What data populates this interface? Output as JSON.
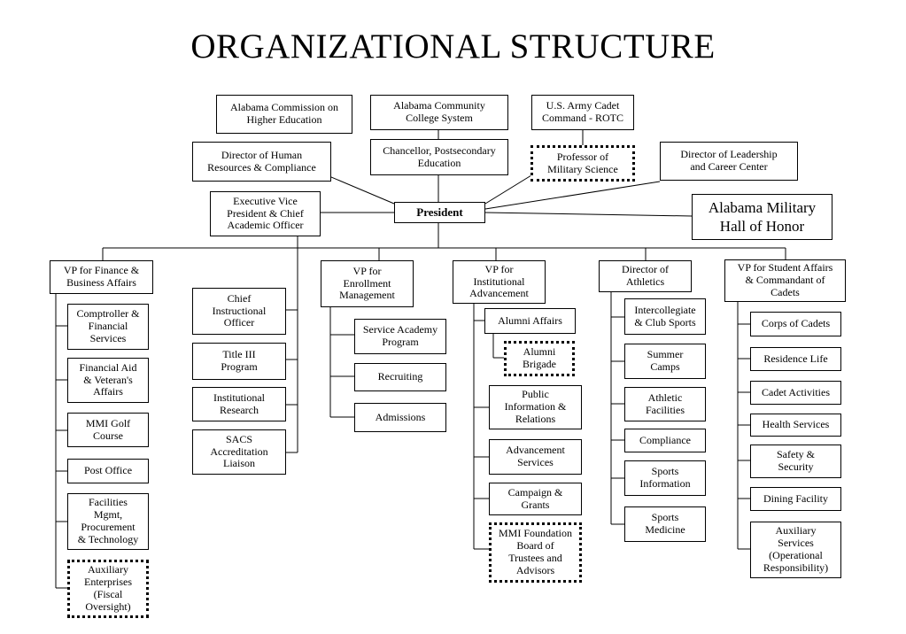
{
  "title": "ORGANIZATIONAL STRUCTURE",
  "top": {
    "alabama_commission": "Alabama Commission on\nHigher Education",
    "community_college": "Alabama Community\nCollege System",
    "army_cadet": "U.S. Army Cadet\nCommand - ROTC",
    "director_hr": "Director of Human\nResources & Compliance",
    "chancellor": "Chancellor, Postsecondary\nEducation",
    "professor_military": "Professor of\nMilitary Science",
    "director_leadership": "Director of Leadership\nand Career Center",
    "evp": "Executive Vice\nPresident & Chief\nAcademic Officer",
    "president": "President",
    "hall_of_honor": "Alabama Military\nHall of Honor"
  },
  "vp_finance": {
    "head": "VP for Finance &\nBusiness Affairs",
    "items": [
      "Comptroller &\nFinancial\nServices",
      "Financial Aid\n& Veteran's\nAffairs",
      "MMI Golf\nCourse",
      "Post Office",
      "Facilities\nMgmt,\nProcurement\n& Technology",
      "Auxiliary\nEnterprises\n(Fiscal\nOversight)"
    ]
  },
  "academic": {
    "items": [
      "Chief\nInstructional\nOfficer",
      "Title III\nProgram",
      "Institutional\nResearch",
      "SACS\nAccreditation\nLiaison"
    ]
  },
  "vp_enrollment": {
    "head": "VP for\nEnrollment\nManagement",
    "items": [
      "Service Academy\nProgram",
      "Recruiting",
      "Admissions"
    ]
  },
  "vp_advancement": {
    "head": "VP for\nInstitutional\nAdvancement",
    "items": [
      "Alumni Affairs",
      "Alumni\nBrigade",
      "Public\nInformation &\nRelations",
      "Advancement\nServices",
      "Campaign &\nGrants",
      "MMI Foundation\nBoard of\nTrustees and\nAdvisors"
    ]
  },
  "athletics": {
    "head": "Director of\nAthletics",
    "items": [
      "Intercollegiate\n& Club Sports",
      "Summer\nCamps",
      "Athletic\nFacilities",
      "Compliance",
      "Sports\nInformation",
      "Sports\nMedicine"
    ]
  },
  "vp_student": {
    "head": "VP for Student Affairs\n& Commandant of\nCadets",
    "items": [
      "Corps of Cadets",
      "Residence Life",
      "Cadet Activities",
      "Health Services",
      "Safety &\nSecurity",
      "Dining Facility",
      "Auxiliary\nServices\n(Operational\nResponsibility)"
    ]
  }
}
